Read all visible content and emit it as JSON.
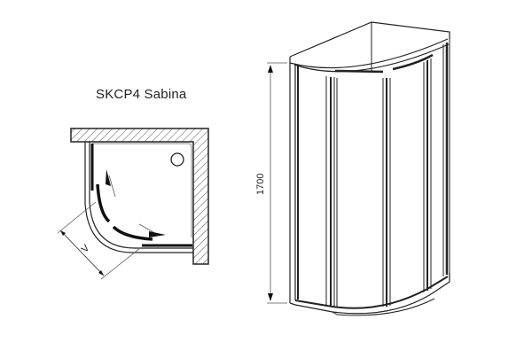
{
  "diagram": {
    "title": "SKCP4  Sabina",
    "plan_view": {
      "dimension_label": "V",
      "elements": [
        "walls-hatched",
        "shower-tray",
        "drain",
        "curved-sliding-doors",
        "opening-arrows"
      ]
    },
    "elevation_view": {
      "height_label": "1700",
      "elements": [
        "top-frame",
        "curved-door-panels",
        "vertical-profiles",
        "bottom-frame"
      ]
    },
    "colors": {
      "line": "#222222",
      "hatch": "#555555",
      "background": "#ffffff"
    }
  }
}
